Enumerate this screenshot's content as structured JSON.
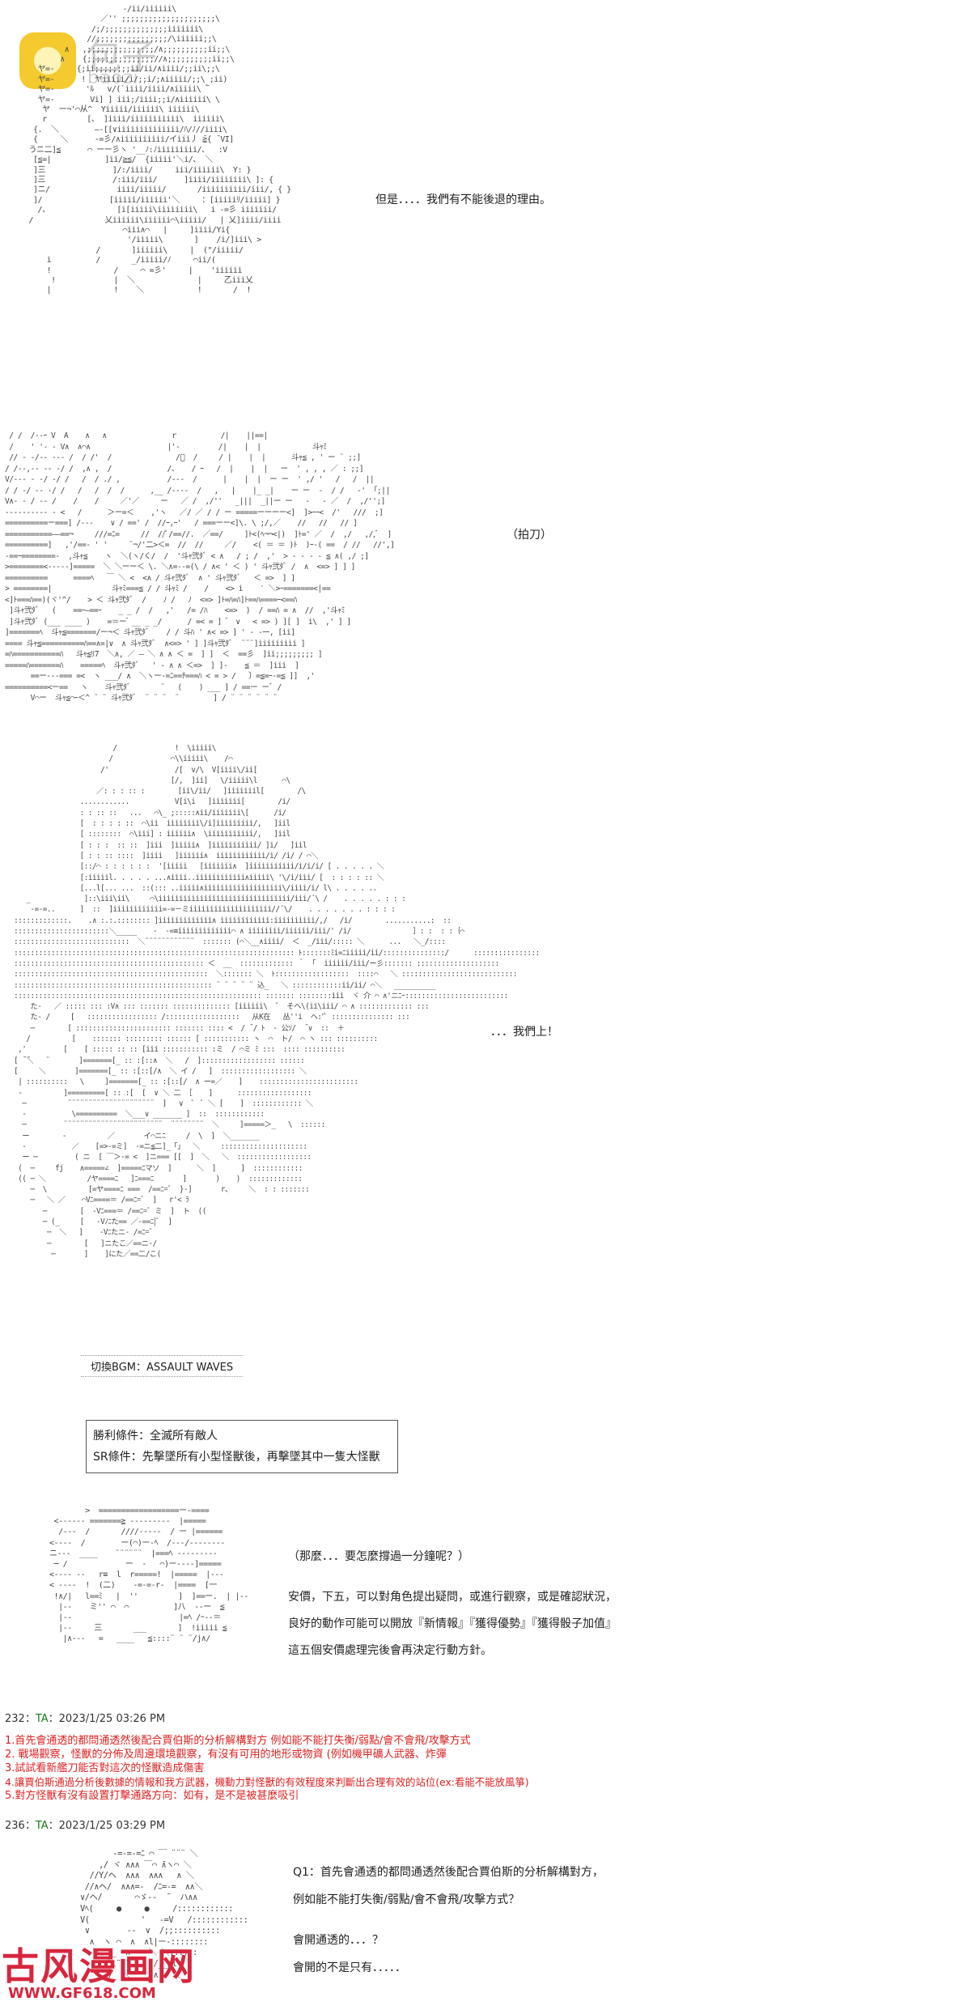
{
  "watermark_top": {
    "site_name": "包子",
    "site_url": "baozi"
  },
  "watermark_bottom": {
    "site_name": "古风漫画网",
    "site_url": "WWW.GF618.COM"
  },
  "panel1": {
    "art": "                      -/ii/iiiiii\\\n                 ／'' ;;;;;;;;;;;;;;;;;;;;;\\\n               /;/;;;;;;;;;;;;;;iiiiiii\\\n              //;;;;;;;;;;;;;;;;/\\iiiiii;;\\\n         ∧   ,;;;;;;;;;;;;;;;/∧;;;;;;;;;;ii;;\\\n        ∧    {;;;;;;;;;;;;;;;//∧;;;;;;;;;;ii;;\\\n   ヤ=-     {;ii;;;;;;;;ii/ii/∧iiii/;;ii\\;;\\\n   ヤ=-      !  ヤiiiii/i/;;i/;∧iiiii/;;\\ ;ii)\n   ヤ=-       'ﾙ   v/(`iiii/iiii/∧iiiii\\ ̄ﾞ\n   ヤ=-        Vi] ] iii;/iiii;;i/∧iiiiii\\ \\\n    ヤ  ー¬'⌒从^  Yiiiii/iiiiii\\ iiiiii\\\n    r         [、 ]iiii/iiiiiiiiiii\\  iiiiii\\\n  {.  ＼        ―-[[∨iiiiiiiiiiiiii/ﾊ/ﾉ//iiii\\\n  {     ＼      -=彡/∧iiiiiiiiii/イiii丿 ̄≧{ ̄ VI]\n うニ二]≦      ⌒ ーー彡ヽ '__ﾉ:ﾉiiiiiiiii/、  :V\n  [≦=|            ]ii/≧≦/  {iiiii'＼i/、 ＼\n  ]三               ]/:/iiii/     iii/iiiiii\\  Y: }\n  ]三               /:iii/iii/      ]iiii/iiiiiiii\\ ]: {\n  ]ニ/               iiii/iiiii/       /iiiiiiiiii/iii/, { }\n  ]/               [iiiii/iiiiii'＼     ：[iiiiiﾘ/iiiii] }\n   /、               [i[iiiii\\iiiiiiii\\   i -=彡 iiiiiii/\n /                乂iiiiii\\iiiiii⌒\\iiiii/   | 乂]iiii/iiii\n                      ⌒iii∧⌒   |     ]iiii/Yi{\n                       '/iiiii\\       ]    /i/]iii\\ >\n                /       ]iiiiii\\     |  (\"/iiiii/\n     i          /       _/iiiii/ﾉ     ⌒ii/(\n     !              /     ⌒ =彡'     |    'iiiiii\n      !             |  ＼              |     乙iii乂\n     |              !    ＼            !       /  !",
    "line": "但是．．．．我們有不能後退的理由。"
  },
  "panel2": {
    "art": " / /  /--ｰ V  A    ∧   ∧               ｒ          /|    ||==|\n /    ' '- - V∧  ∧⌒∧                  |'-         /|    |  |            斗ｬﾐ\n // - -/-- --- /  / /'  /               /ﾞ  /     / |    |  |      斗ｬ≦ , ' ー ¨ ;;]\n/ /--,-- -- -/ /  ,∧ ,  /             /、   / ｰ   /  |    |  |   ー  ' , , , ／ : ;;]\nV/--- - -/ -/ /   /  / ./ ,           /---  /      |    |  |  ー ー  ' ,/ '   /   /  ||\n/ / -/ -- -/ /   /   /  /  /      ,__ /----  /   ,   |    |_ _|    ー ー  -  / /   -' 「;||\nV∧- - / -- /    /    /     ／'／     ー   ／ /  ,/''   _|||  _||ー ー   -   - ／  /  ,/'';]\n---------- - <   /      ＞ー=＜    ,'ヽ   ／/ ／ / / ー =====ーーーー<]  ]>ｰｰ<  /'   ///  ;]\n==========ー===] /---    ∨ / ==' /  //ｰ,ｰ'   / ===ーー<]\\. \\ ;/,／    //   //   // ]\n===========――==¬     ///=ﾆ=     //  //ﾟ/==//.  ／==/     ]ﾄ<(ﾍ¬¬<|)  ]ﾄ=' ／  /  ,/   ,/,ﾞ  ]\n==========]   ,'/==- ' '     ¨¬/'二>＜=  //  //     ／/    <( ＝ ＝ )ﾄ  )ｰ-( ==  / //   //',]\n-==ｰ========-  ,斗ｬ≦    ヽ  ＼(ヽ/く/  /  '斗ｬ弐ﾀﾞ < ∧   / ; /  ,'  > - - - - ≦ ∧( ,/ ;]\n>========<-----]=====  ＼ ＼ーー＜ \\. ＼∧=--=(\\ / ∧< ' ＜ ) ' 斗ｬ弐ﾀﾞ /  ∧  <=> ] ] ]\n==========      ====ﾍ   ￣ ＼ <  <∧ / 斗ｬ弐ﾀﾞ  ∧ ' 斗ｬ弐ﾀﾞ   ＜ =>  ] ]\n> ========|              斗ｬﾐ===≦ / / 斗ｬﾐ /    /    <> i    ′ ＼>ｰ=======<|==\n<]ﾄ===ﾊ==)(ヾ'^/    > ＜ 斗ｬ弐ﾀﾞ  /    ﾉ /   ﾉ  <=> ]ﾄ=ﾊ=ﾊ]ﾄ==ﾊ====ｰ<==ﾊ\n ]斗ｬ弐ﾀﾞ   (    ==ｰ―==ｰ    _ _ /  /   ,'   /= /ﾊ    <=>  )  / ==ﾊ = ∧  //  ,'斗ｬﾐ\n ]斗ｬ弐ﾀﾞ (___ ____ )    =＝ー ゙ __ _ _/      / =< = ]  ゙  ∨   < => ) ][ ]  i\\  ,' ] ]\n]=======ﾍ  斗ｬ≦=======/ー¬＜ 斗ｬ弐ﾀﾞ    / / 斗ﾊ ' ∧< => ] ' - -ｰｰ, [ii]\n==== 斗ｬ≦==========ﾊ==∧=|∨  ∧ 斗ｬ弐ﾀﾞ  ∧<=> ' ] ]斗ｬ弐ﾀﾞ  ¨¨¨]iiiiiiiii ]\n=ﾊ===========ﾊ   斗ｬ≦ﾘ7  ＼∧, ／ ― ＼ ∧ ∧ ＜ =  ] ]  ＜  ==彡  ]ii;;;;;;;;; ]\n=====ﾊ=======ﾊ    =====ﾍ  斗ｬ弐ﾀﾞ   ' - ∧ ∧ ＜=>  ] ]-    ≦ ＝  ]iii  ]\n      ==ー---=== =<  ヽ ___/ ∧  ＼ヽー-=ﾆ==ﾁ===ﾊ < = > /   〕=≦=ｰ-=≦ ]]  ,'\n==========<ー==   ヽ    斗ｬ弐ﾀﾞ       ¨   (    ) ___ ] / ==ー ーﾞ /\n      V⌒ー  斗ｬ≦⌒ｰ＜^ ¨ ¨ 斗ｬ弐ﾀﾞ  ¨ ¨ ¨  ¨        ] / ¨ ¨ ¨ ¨ ¨ ¨",
    "line": "（拍刀）"
  },
  "panel3": {
    "art": "                         /              !  \\iiiii\\\n                        /              ⌒\\\\iiiii\\    /⌒\n                      /'                /[  v/\\  V[iiii\\/ii[\n                                       [/,  ]ii]   \\/iiiii\\l      ⌒\\\n                     ／: : : :: :        [ii\\/ii/   ]iiiiiiil[        /\\\n                 ............           V[i\\i   ]iiiiiii[        /i/\n                 : : :: ::   ...   ⌒\\_ ;:::::∧ii/iiiiiii\\[      /i/\n                 [  : : : : ::  ⌒\\ii  iiiiiiii\\/i]iiiiiiiii/,   ]iil\n                 [ ::::::::  ⌒\\iii] : iiiiii∧  \\iiiiiiiiiii/,   ]iil\n                 [ : : :  :: ::  ]iii  ]iiiii∧  ]iiiiiiiiiii/ ]i/   ]iil\n                 [ : : :: ::::  ]iiii   ]iiiiii∧  iiiiiiiiiiii/i/ /i/ / ⌒＼\n                 [::/⌒ : : : : : :  '[iiiii   [iiiiiii∧  ]iiiiiiiiiii/i/i/i/ [ . . . . . ＼\n                 [:iiiiil. . . . . ...∧iiii..iiiiiiiiiiii∧iiiii\\ '\\/i/iii/ [  : : : : :: ＼\n                 [...l[... ...  ::(::: ..iiiii∧iiiiiiiiiiiiiiiiiii\\/iiii/i/ l\\ . . . . ..\n    _             ]::\\iii\\ii\\     ⌒\\iiiiiiiiiiiiiiiiiiiiiiiiiiiiiiii/iii/´\\ /    . . . . . : : :\n     ‐=-=..      ]  ::  ]iiiiiiiiiiii=-=－ミiiiiiiiiiiiiiiiiiiii//´\\/    . . . . . . . : : : :\n :::::::::::::.    .∧ :.:.:::::::: ]iiiiiiiiiiiii∧ iiiiiiiiiiii:iiiiiiiiii/,/   /i/        ...........:  ::\n :::::::::::::::::::::::＼_____    -  -=≡iiiiiiiiiiiii⌒ ∧ iiiiiiii/iiiiii/iii/' /i/               ］: :  : :｛⌒\n ::::::::::::::::::::::::::::  ＼¨¨¨¨¨¨¨¨¨¨¨¨  ::::::: (⌒＼__∧iiii/  ＜  _/iii/::::: ＼      ...   ＼_/::::\n :::::::::::::::::::::::::::::::::::::::::::::::::::::::::::::::::::: ﾄ:::::::ﾐi=ﾆiiiii/ii/:::::::::::::::/      ::::::::::::::::\n :::::::::::::::::::::::::::::::::::::::::::::: ＜  __  ::::::::::::: ＾ 「  iiiiii/iii/ー彡::::::: ::::::::::::::::::::\n :::::::::::::::::::::::::::::::::::::::::::::::  ＼::::::: ＼  ﾄ::::::::::::::::::  ::::⌒   ＼ ::::::::::::::::::::::::::::\n :::::::::::::::::::::::::::::::::::::::::::::::: ¨ ¨ ¨ ¨ ¨ 込_   ＼ ::::::::::::ii/ii/ ⌒＼   __________\n :::::::::::::::::::::::::::::::::::::::::::::::::::::::::::: ::::::: ::::::::iii  ヾ 介 ⌒ ∧'ニﾆｰ:::::::::::::::::::::::::\n     た-   ／ ::::: ::: :V∧ ::: ::::::: :::::::::::::: [iiiiii\\  ゛ そヘ\\(ii\\iii/ ⌒ ∧ ::::::::::::: :::\n     た- /     [   ::::::::::::::::: /::::::::::::::::::   从K在   丛''i  ヘ:'ﾟ ::::::::::::::: :::\n     ─        [ ::::::::::::::::::::::: ::::::: :::: <  / ̄ / ﾄ  ‐ 公ｿ/  ̄ ∨  ::  ＋\n    /          [    ::::::: ::::::::: :::::: [ ::::::::::: ヽ  ⌒  ト/  ⌒ ヽ ::: ::::::::::\n  ,'         [    [ ::::: :: :: [iii ::::::::::: :ミ  / ⌒ミ ﾐ :::  :::: ::::::::::\n [ ̄ ̄＼   ¨       ]=======[_ :: :[::∧  ＼   /  ]:::::::::::::::::: ::::::\n [     ＼       ]=======[_ :: :[::[/∧  ＼ イ /   ]  :::::::::::::::::: ＼\n  | ::::::::::   \\     ]=======[_ :: :[::[/  ∧ ー=／    ]    ::::::::::::::::::::::::\n  ‐          ]=========[ :: :[  [  ∨ ＼ 二 ［    ]      ::::::::::::::::::\n   ─          ¨¨¨¨¨¨¨¨¨¨¨¨¨¨¨¨¨¨¨¨¨  ]   ∨  ﾞ  ﾞ ＼ [    ]  :::::::::::: ＼\n   ‐           \\==========  ＼___∨ _______ ]  ::  ::::::::::::\n   ─         ¨¨¨¨¨¨¨¨¨¨¨¨¨¨¨¨¨¨¨¨¨¨¨¨  ¨¨¨¨¨¨¨¨  ＼     ]=====＞_   \\  ::::::\n   ー        ‐          ／       イ⌒ニﾆ     /  \\  ]  ＼_______\n   ‐           ／    [=>‐=ミ]  ‐=ニ≦二]_「」  ＼     :::::::::::::::::::::\n   ー ─         ( ニ  [ ￣＞-= <  ]ニ=== [[  ]  ＼   ＼  ::::::::::::::::::\n  (  ─     fj    ∧=====∠  ]=====ﾆマソ  ]      ＼  ]      ]  ::::::::::::\n  (( ─ ＼          /ヤ====ﾆ   ]ﾆ===ﾆ       ]       )    )  :::::::::::::\n     ─  \\          [=ヤ====ﾆ ===  /==ﾆ=ﾞ  }‐]       r、    ＼  : : :::::::\n     ─   ＼ ／    ⌒Vﾆ====＝ /==ﾆ=ﾞ  ]   r'< ﾗ\n        ─        [  ‐Vﾆ===＝ /==ﾆ=ﾞ ミ  ]  ト  ((\n        ─ (_     [   ‐Vﾉﾆた== ／‐==ﾆ]ﾞ  ]\n         ─  ＼   ]    ‐Vﾆたニ‐ /=ﾆ=ﾞ\n         ─        [   ]ニたこ／==ニ‐/\n          ─       ]    ]にた／==二/こ(",
    "line": "．．．我們上！"
  },
  "bgm": {
    "text": "切換BGM：ASSAULT WAVES"
  },
  "conditions": {
    "win": "勝利條件：全滅所有敵人",
    "sr": "SR條件：先擊墜所有小型怪獸後，再擊墜其中一隻大怪獸"
  },
  "panel4": {
    "art": "          >  ==================ー-====\n   <------ =======≧ ---------  |=====\n    /---  /       ////-----  / ー |======\n  <----  /        ー(⌒)ー-ﾍ  /---/--------\n  ニ---  ____    ¨¨¨¨¨¨  |===ﾍ ---------\n   ─ /             ー  -   ⌒)ー----]=====\n  <---- ‐-   r≡  l  r=====!  |=====  |---\n  < ----  !  (二)    ‐=-=-r‐  |====  [一\n   !∧/|   l==ﾐ   |  ''         ]  ]==ー.  | |--\n    |--    ミ'' ⌒  ⌒          ]八  --ー  ≦\n    |--                        |=ﾍ /ｰ--＝ \n    |--     三       ___       ]  !iiiii ≦\n     |∧---   =   ____   ≦::::¨ ¨ ¨/j∧/",
    "lines": [
      "（那麼．．．要怎麼撐過一分鐘呢？）",
      "安價，下五，可以對角色提出疑問，或進行觀察，或是確認狀況，",
      "良好的動作可能可以開放『新情報』『獲得優勢』『獲得骰子加值』",
      "這五個安價處理完後會再決定行動方針。"
    ]
  },
  "post232": {
    "number": "232：",
    "name": "TA",
    "time": "：2023/1/25 03:26 PM",
    "lines": [
      "1.首先會通透的都問通透然後配合賈伯斯的分析解構對方  例如能不能打失衡/弱點/會不會飛/攻擊方式",
      "2. 戰場觀察，怪獸的分佈及周邊環境觀察，有沒有可用的地形或物資 (例如機甲礦人武器、炸彈",
      "3.試試看新艦刀能否對這次的怪獸造成傷害",
      "4.讓賈伯斯通過分析後數據的情報和我方武器，機動力對怪獸的有效程度來判斷出合理有效的站位(ex:看能不能放風箏)",
      "5.對方怪獸有沒有設置打擊通路方向：如有，是不是被甚麼吸引"
    ]
  },
  "post236": {
    "number": "236：",
    "name": "TA",
    "time": "：2023/1/25 03:29 PM"
  },
  "panel5": {
    "art": "           ‐=‐=‐=ﾆ ⌒ ￣ ¨¨¨ ＼\n        ,/ ヾ ∧∧∧ ￣⌒ ̄∧ヽ⌒ ＼\n      //Y/ヘ  ∧∧∧  ∧∧∧   ∧ ＼\n     //∧ヘ/  ∧∧∧=‐  /ﾆ=‐=  ∧∧＼\n    ∨/ヘ/       ⌒ゞ-‐  ̄   ハ∧∧\n    Vﾍ(     ●     ●     /::::::::::::\n    V(           '   ‐=V   /::::::::::::\n     ∨        ‐-  ∨  /;;::::::::::\n      ∧  ヽ ⌒  ∧  ∧l|ー-::::::::\n       ＼___  ∧    ＼ ＼::::::\n          ＼¨¨¨¨¨   /__/l\n          /  ＼     ∧   ＼",
    "lines": [
      "Q1：首先會通透的都問通透然後配合賈伯斯的分析解構對方，",
      "例如能不能打失衡/弱點/會不會飛/攻擊方式？",
      "會開通透的．．．？",
      "會開的不是只有．．．．．"
    ]
  }
}
